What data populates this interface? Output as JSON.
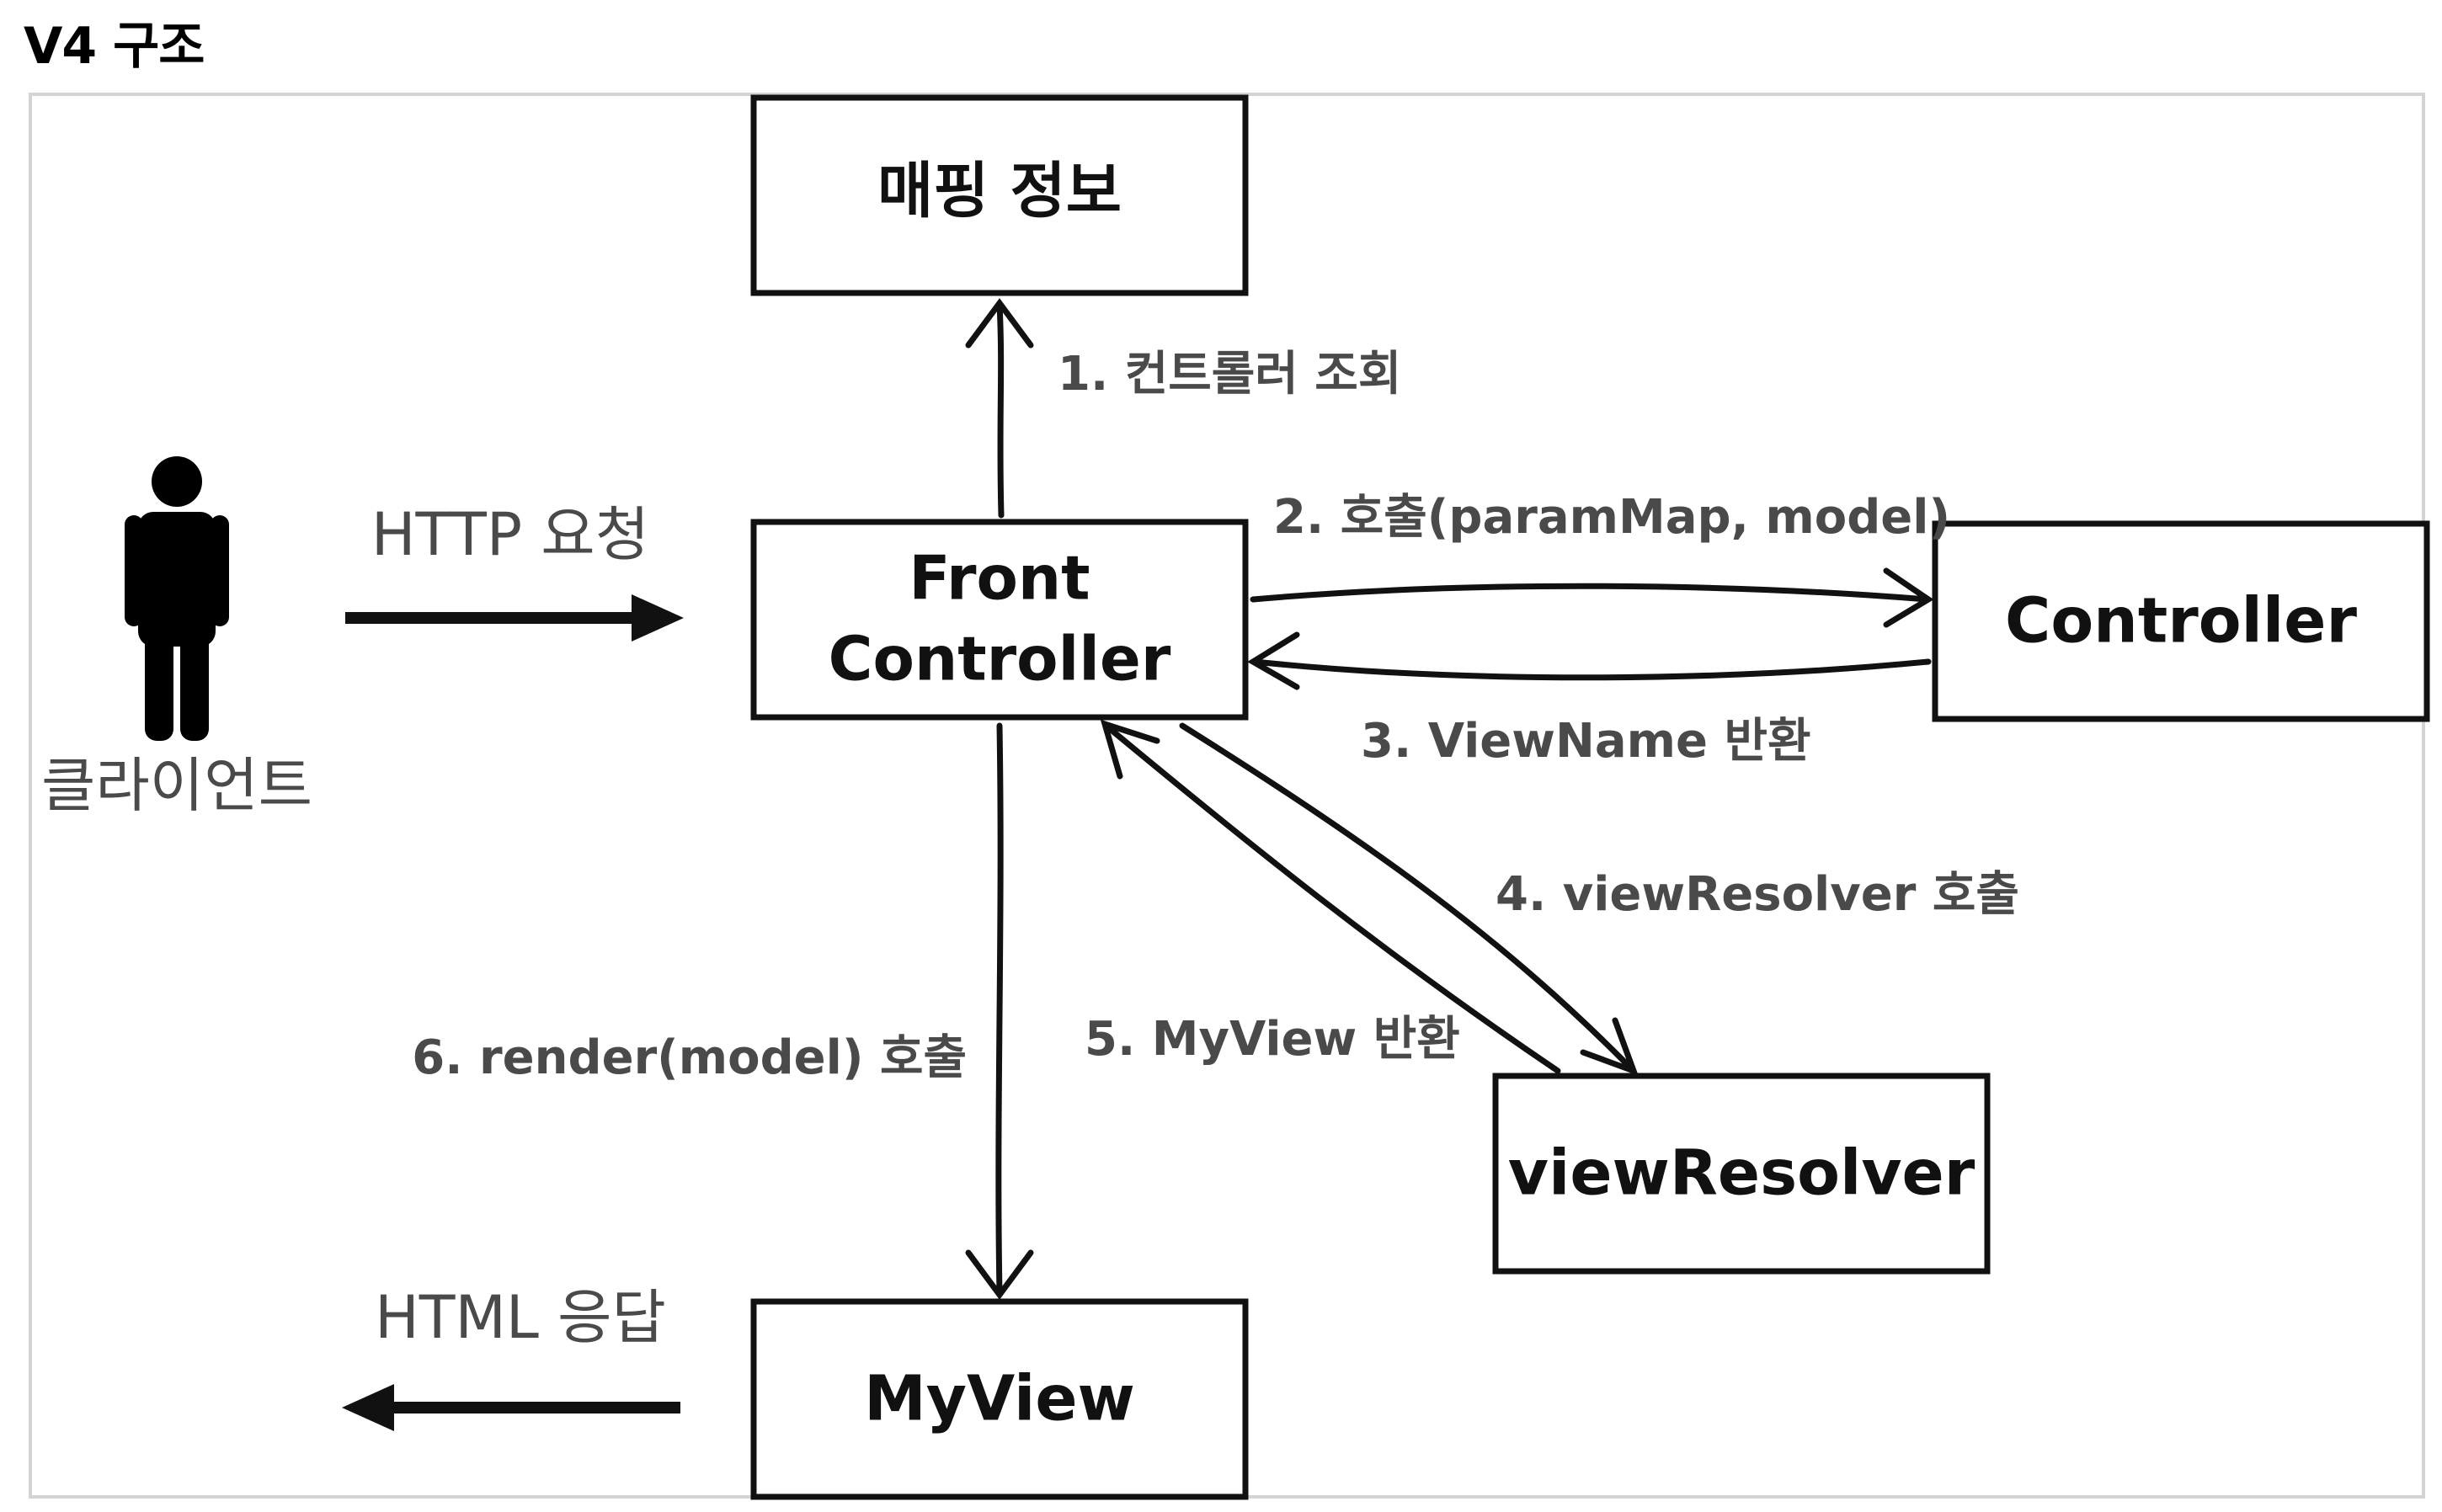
{
  "title": "V4 구조",
  "boxes": {
    "mapping": "매핑 정보",
    "front_controller_line1": "Front",
    "front_controller_line2": "Controller",
    "controller": "Controller",
    "view_resolver": "viewResolver",
    "my_view": "MyView"
  },
  "actor": {
    "label": "클라이언트"
  },
  "flows": {
    "http_request": "HTTP 요청",
    "html_response": "HTML 응답"
  },
  "steps": {
    "step1": "1. 컨트롤러 조회",
    "step2": "2. 호출(paramMap, model)",
    "step3": "3. ViewName 반환",
    "step4": "4. viewResolver 호출",
    "step5": "5. MyView 반환",
    "step6": "6. render(model) 호출"
  },
  "colors": {
    "stroke": "#111111",
    "label": "#4a4a4a",
    "frame": "#d4d4d4"
  }
}
